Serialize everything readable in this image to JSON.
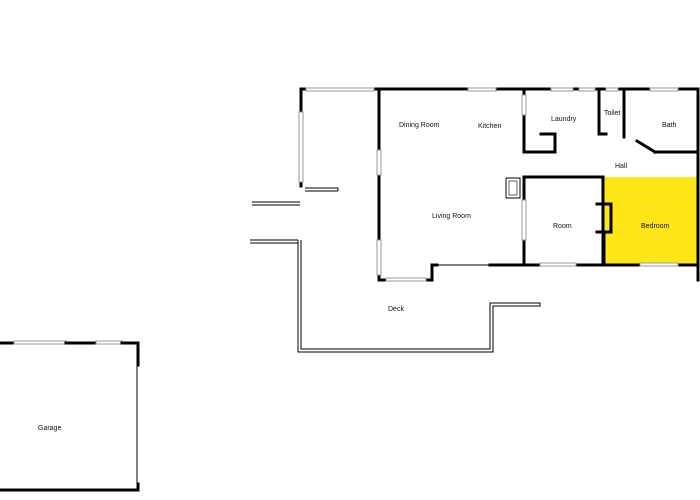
{
  "plan": {
    "highlight_color": "#FFE619",
    "rooms": {
      "dining_room": "Dining Room",
      "kitchen": "Kitchen",
      "laundry": "Laundry",
      "toilet": "Toilet",
      "bath": "Bath",
      "hall": "Hall",
      "living_room": "Living Room",
      "room": "Room",
      "bedroom": "Bedroom",
      "deck": "Deck",
      "garage": "Garage"
    },
    "selected_room": "Bedroom"
  }
}
